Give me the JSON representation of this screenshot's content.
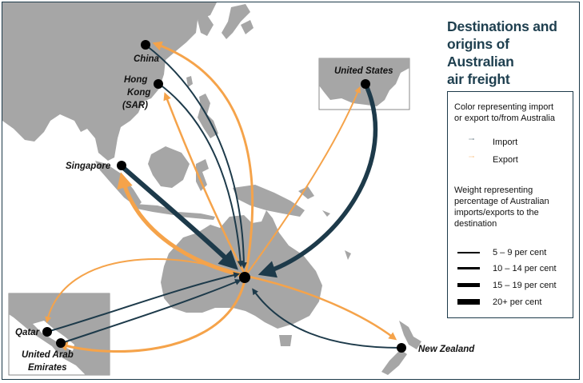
{
  "title": "Destinations and origins of Australian air freight",
  "title_lines": [
    "Destinations and",
    "origins of Australian",
    "air freight"
  ],
  "places": {
    "china": "China",
    "hong_kong": [
      "Hong",
      "Kong",
      "(SAR)"
    ],
    "singapore": "Singapore",
    "united_states": "United States",
    "qatar": "Qatar",
    "uae": [
      "United Arab",
      "Emirates"
    ],
    "new_zealand": "New Zealand"
  },
  "legend": {
    "color_heading": [
      "Color representing import",
      "or export to/from Australia"
    ],
    "import_label": "Import",
    "export_label": "Export",
    "weight_heading": [
      "Weight representing",
      "percentage of Australian",
      "imports/exports to the",
      "destination"
    ],
    "weights": [
      "5 – 9 per cent",
      "10 – 14 per cent",
      "15 – 19 per cent",
      "20+ per cent"
    ]
  },
  "colors": {
    "import": "#1d3a4a",
    "export": "#f5a34a",
    "land": "#a6a6a6",
    "sea": "#ffffff"
  }
}
